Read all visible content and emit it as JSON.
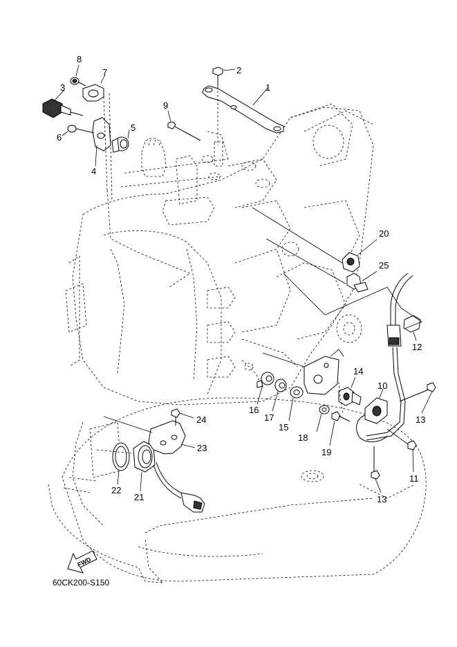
{
  "diagram": {
    "code": "60CK200-S150",
    "fwd_label": "FWD",
    "callouts": [
      "1",
      "2",
      "3",
      "4",
      "5",
      "6",
      "7",
      "8",
      "9",
      "10",
      "11",
      "12",
      "13",
      "13",
      "14",
      "15",
      "16",
      "17",
      "18",
      "19",
      "20",
      "21",
      "22",
      "23",
      "24",
      "25"
    ]
  }
}
